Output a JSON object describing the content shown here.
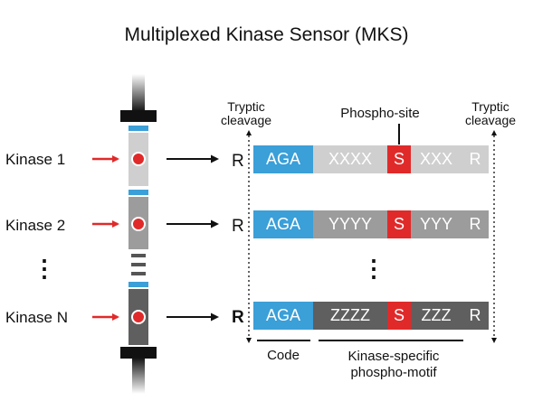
{
  "title": "Multiplexed Kinase Sensor (MKS)",
  "kinases": [
    "Kinase 1",
    "Kinase 2",
    "Kinase N"
  ],
  "ellipsis": "⋮",
  "annotations": {
    "tryptic_left": [
      "Tryptic",
      "cleavage"
    ],
    "phospho_site": "Phospho-site",
    "tryptic_right": [
      "Tryptic",
      "cleavage"
    ],
    "code": "Code",
    "motif": [
      "Kinase-specific",
      "phospho-motif"
    ]
  },
  "peptides": [
    {
      "r": "R",
      "code": "AGA",
      "motif1": "XXXX",
      "site": "S",
      "motif2": "XXX",
      "end": "R",
      "motif_color": "#cfcfcf"
    },
    {
      "r": "R",
      "code": "AGA",
      "motif1": "YYYY",
      "site": "S",
      "motif2": "YYY",
      "end": "R",
      "motif_color": "#9c9c9c"
    },
    {
      "r": "R",
      "code": "AGA",
      "motif1": "ZZZZ",
      "site": "S",
      "motif2": "ZZZ",
      "end": "R",
      "motif_color": "#5f5f5f"
    }
  ],
  "colors": {
    "code": "#3b9fd8",
    "site": "#e02a2a",
    "arrow_red": "#e02a2a"
  }
}
